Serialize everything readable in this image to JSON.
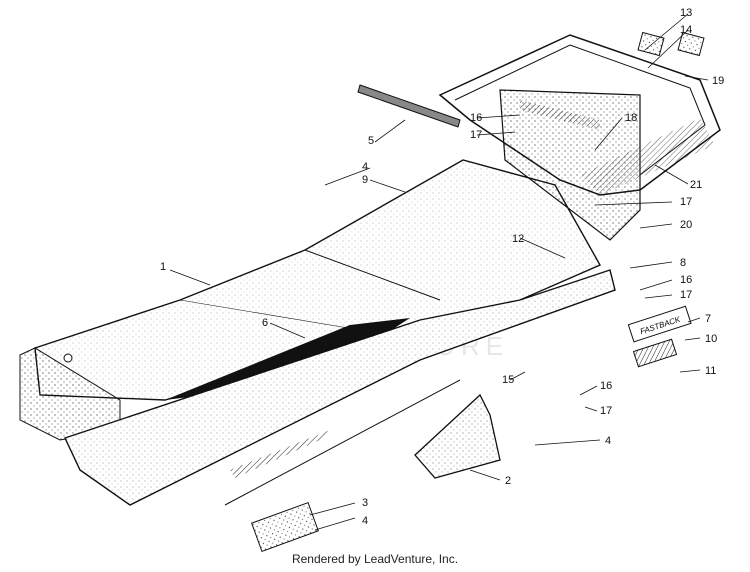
{
  "watermark": "LEADVENTURE",
  "footer": "Rendered by LeadVenture, Inc.",
  "parts": [
    {
      "label": "1"
    },
    {
      "label": "2"
    },
    {
      "label": "3"
    },
    {
      "label": "4"
    },
    {
      "label": "4"
    },
    {
      "label": "4"
    },
    {
      "label": "5"
    },
    {
      "label": "6"
    },
    {
      "label": "7"
    },
    {
      "label": "8"
    },
    {
      "label": "9"
    },
    {
      "label": "10"
    },
    {
      "label": "11"
    },
    {
      "label": "12"
    },
    {
      "label": "13"
    },
    {
      "label": "14"
    },
    {
      "label": "15"
    },
    {
      "label": "16"
    },
    {
      "label": "16"
    },
    {
      "label": "16"
    },
    {
      "label": "17"
    },
    {
      "label": "17"
    },
    {
      "label": "17"
    },
    {
      "label": "17"
    },
    {
      "label": "18"
    },
    {
      "label": "19"
    },
    {
      "label": "20"
    },
    {
      "label": "21"
    }
  ],
  "decal_text": "FASTBACK"
}
